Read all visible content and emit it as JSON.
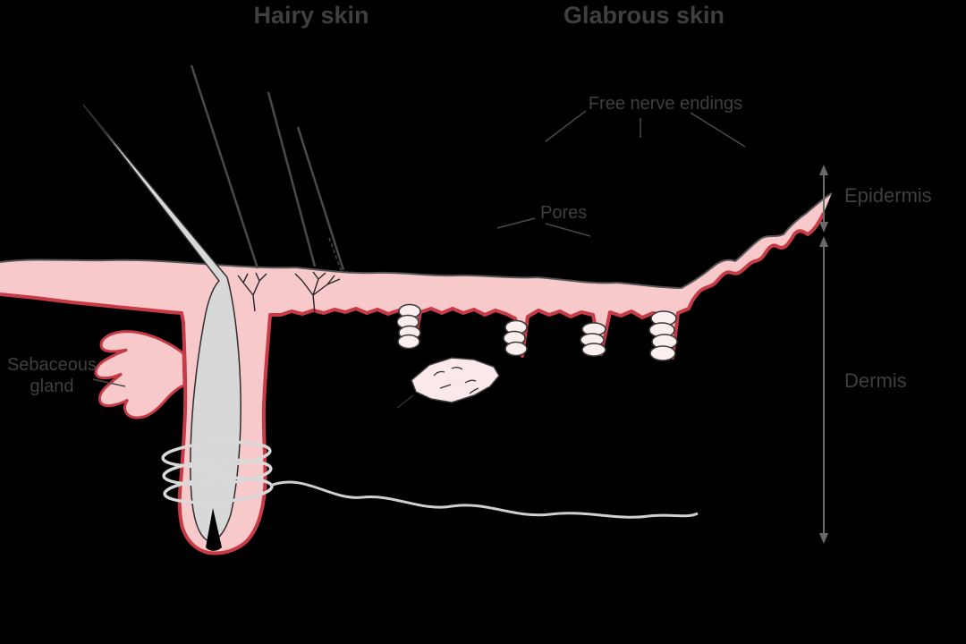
{
  "diagram": {
    "titles": {
      "left": "Hairy skin",
      "right": "Glabrous skin"
    },
    "labels": {
      "free_nerve_endings": "Free nerve endings",
      "pores": "Pores",
      "epidermis": "Epidermis",
      "dermis": "Dermis",
      "sebaceous_gland_line1": "Sebaceous",
      "sebaceous_gland_line2": "gland"
    },
    "colors": {
      "background": "#000000",
      "skin_fill": "#f7c9cb",
      "skin_outline_red": "#c63b45",
      "hair_fill": "#d8d8d8",
      "line_dark": "#4a4a4a",
      "label_text": "#3f3f3f",
      "receptor_coil": "#d9d9d9",
      "duct_fill": "#fbeeee"
    }
  }
}
